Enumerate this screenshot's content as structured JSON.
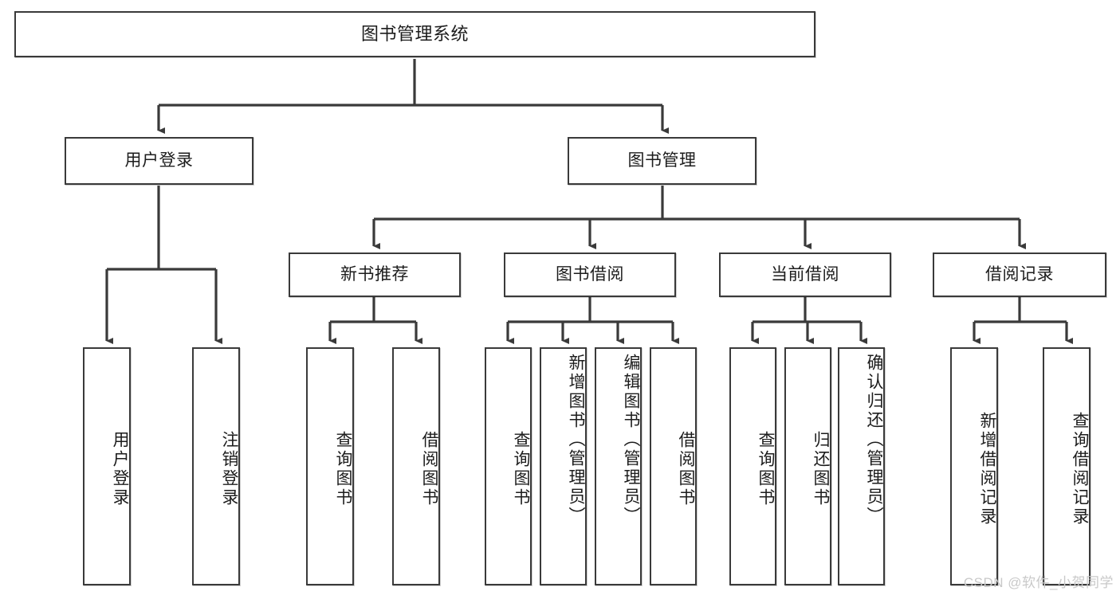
{
  "diagram": {
    "title": "图书管理系统",
    "type": "tree",
    "orientation": "top-down",
    "line_color": "#3a3a3a",
    "box_fill": "#ffffff",
    "text_color": "#1c1c1c",
    "nodes": {
      "root": {
        "label": "图书管理系统"
      },
      "level1": [
        {
          "label": "用户登录"
        },
        {
          "label": "图书管理"
        }
      ],
      "level2": [
        {
          "label": "新书推荐"
        },
        {
          "label": "图书借阅"
        },
        {
          "label": "当前借阅"
        },
        {
          "label": "借阅记录"
        }
      ],
      "leaves_user_login": [
        {
          "label": "用户登录"
        },
        {
          "label": "注销登录"
        }
      ],
      "leaves_new_book": [
        {
          "label": "查询图书"
        },
        {
          "label": "借阅图书"
        }
      ],
      "leaves_borrow": [
        {
          "label": "查询图书"
        },
        {
          "label": "新增图书（管理员）"
        },
        {
          "label": "编辑图书（管理员）"
        },
        {
          "label": "借阅图书"
        }
      ],
      "leaves_current": [
        {
          "label": "查询图书"
        },
        {
          "label": "归还图书"
        },
        {
          "label": "确认归还（管理员）"
        }
      ],
      "leaves_records": [
        {
          "label": "新增借阅记录"
        },
        {
          "label": "查询借阅记录"
        }
      ]
    }
  },
  "watermark": {
    "text": "CSDN @软件_小贺同学"
  }
}
